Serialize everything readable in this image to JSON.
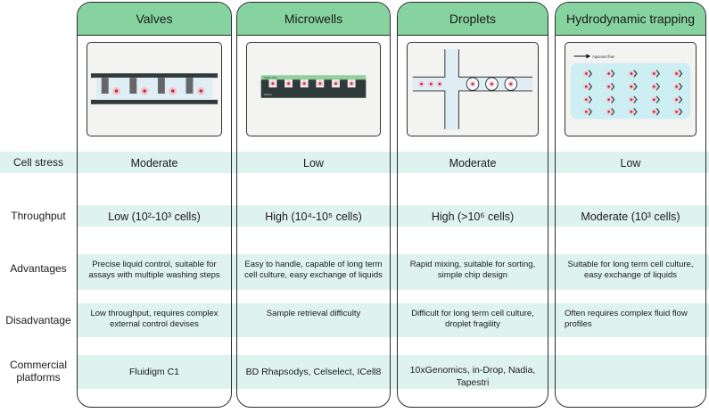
{
  "row_labels": {
    "stress": "Cell stress",
    "throughput": "Throughput",
    "advantages": "Advantages",
    "disadvantage": "Disadvantage",
    "commercial": "Commercial\nplatforms"
  },
  "columns": [
    {
      "title": "Valves",
      "stress": "Moderate",
      "throughput": "Low (10²-10³ cells)",
      "advantages": "Precise liquid control, suitable for assays with multiple washing steps",
      "disadvantage": "Low throughput, requires complex external control devises",
      "commercial": "Fluidigm C1"
    },
    {
      "title": "Microwells",
      "illus_labels": [
        "Glass slide",
        "PDMS"
      ],
      "stress": "Low",
      "throughput": "High (10⁴-10⁵ cells)",
      "advantages": "Easy to handle, capable of long term cell culture, easy exchange of liquids",
      "disadvantage": "Sample retrieval difficulty",
      "commercial": "BD Rhapsodys, Celselect, ICell8"
    },
    {
      "title": "Droplets",
      "stress": "Moderate",
      "throughput": "High (>10⁶ cells)",
      "advantages": "Rapid mixing, suitable for sorting, simple chip design",
      "disadvantage": "Difficult for long term cell culture, droplet fragility",
      "commercial": "10xGenomics, in-Drop, Nadia, Tapestri"
    },
    {
      "title": "Hydrodynamic trapping",
      "illus_labels": [
        "Aqueous flow"
      ],
      "stress": "Low",
      "throughput": "Moderate (10³ cells)",
      "advantages": "Suitable for long term cell culture, easy exchange of liquids",
      "disadvantage": "Often requires complex fluid flow profiles",
      "commercial": ""
    }
  ],
  "colors": {
    "header": "#86d3a0",
    "band": "#dff3ee",
    "border": "#2b2b2b",
    "cell_fill": "#f4c4cc",
    "cell_dot": "#b8324a",
    "glass": "#8fd19a"
  }
}
